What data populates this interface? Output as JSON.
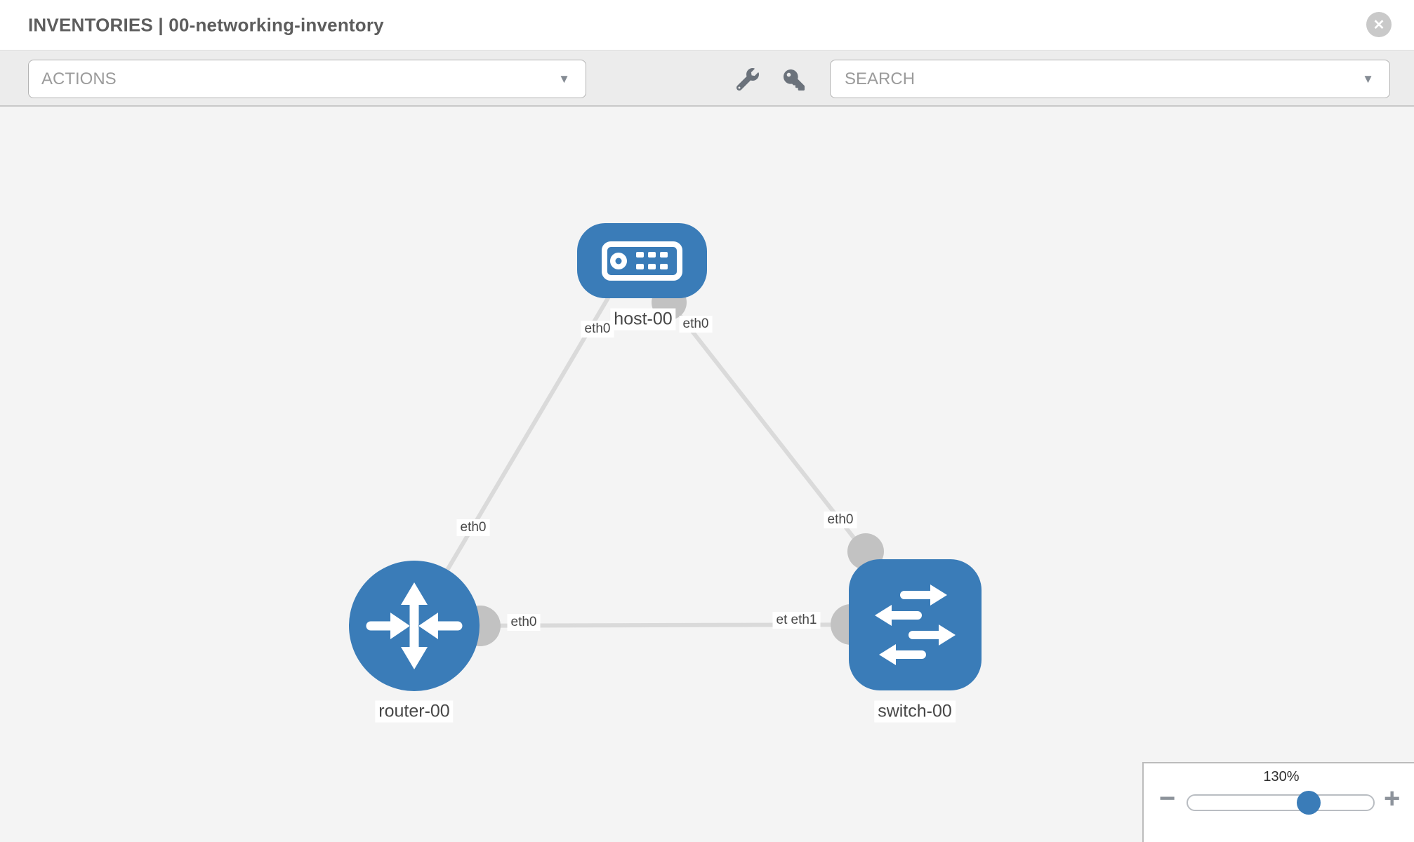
{
  "header": {
    "title": "INVENTORIES | 00-networking-inventory",
    "close_glyph": "✕"
  },
  "toolbar": {
    "actions_label": "ACTIONS",
    "search_placeholder": "SEARCH",
    "dropdown_arrow": "▼"
  },
  "topology": {
    "nodes": [
      {
        "id": "host-00",
        "type": "host",
        "label": "host-00"
      },
      {
        "id": "router-00",
        "type": "router",
        "label": "router-00"
      },
      {
        "id": "switch-00",
        "type": "switch",
        "label": "switch-00"
      }
    ],
    "links": [
      {
        "from": "host-00",
        "to": "router-00",
        "from_iface": "eth0",
        "to_iface": "eth0"
      },
      {
        "from": "host-00",
        "to": "switch-00",
        "from_iface": "eth0",
        "to_iface": "eth0"
      },
      {
        "from": "router-00",
        "to": "switch-00",
        "from_iface": "eth0",
        "to_iface": "eth1",
        "overlapped_iface": "eth0"
      }
    ]
  },
  "zoom": {
    "level": "130%",
    "minus_glyph": "−",
    "plus_glyph": "+"
  },
  "icons": {
    "close": "x-circle",
    "wrench": "wrench",
    "key": "key"
  },
  "colors": {
    "node_blue": "#3a7cb8",
    "link_gray": "#dadada",
    "port_gray": "#c2c2c2",
    "canvas_bg": "#f4f4f4"
  }
}
